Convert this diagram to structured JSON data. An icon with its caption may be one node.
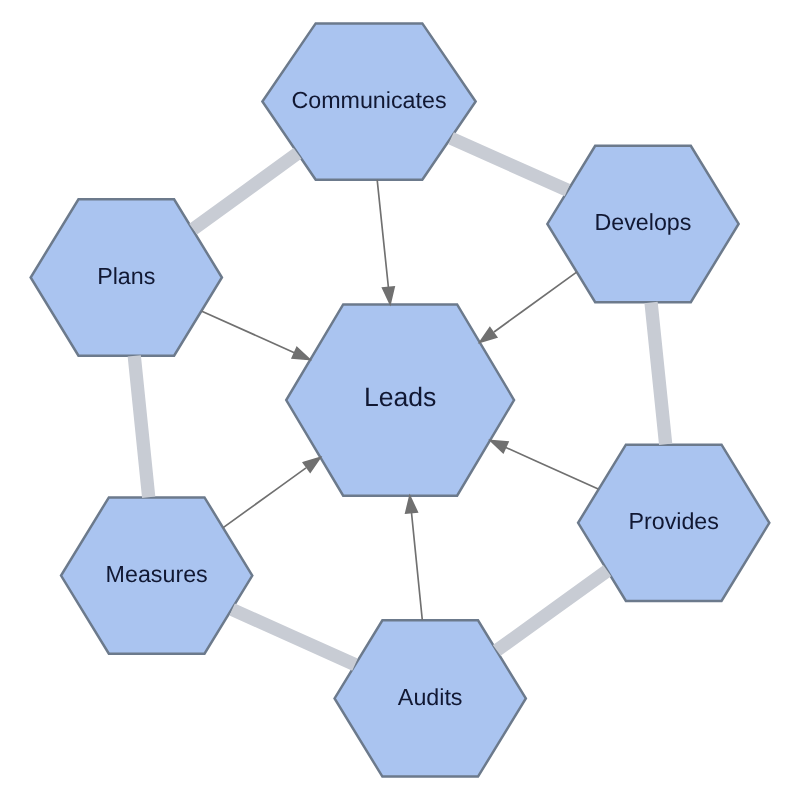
{
  "diagram": {
    "nodes": [
      {
        "text": [
          "Communicates"
        ]
      },
      {
        "text": [
          "Develops"
        ]
      },
      {
        "text": [
          "Plans"
        ]
      },
      {
        "text": [
          "Leads"
        ]
      },
      {
        "text": [
          "Provides"
        ]
      },
      {
        "text": [
          "Measures"
        ]
      },
      {
        "text": [
          "Audits"
        ]
      }
    ],
    "edges": [
      {
        "from": 0,
        "to": 3,
        "arrow": "to"
      },
      {
        "from": 1,
        "to": 3,
        "arrow": "to"
      },
      {
        "from": 2,
        "to": 3,
        "arrow": "to"
      },
      {
        "from": 4,
        "to": 3,
        "arrow": "to"
      },
      {
        "from": 5,
        "to": 3,
        "arrow": "to"
      },
      {
        "from": 6,
        "to": 3,
        "arrow": "to"
      },
      {
        "from": 0,
        "to": 2,
        "arrow": "none",
        "style": "thick",
        "color": "#c8ccd4"
      },
      {
        "from": 2,
        "to": 5,
        "arrow": "none",
        "style": "thick",
        "color": "#c8ccd4"
      },
      {
        "from": 5,
        "to": 6,
        "arrow": "none",
        "style": "thick",
        "color": "#c8ccd4"
      },
      {
        "from": 6,
        "to": 4,
        "arrow": "none",
        "style": "thick",
        "color": "#c8ccd4"
      },
      {
        "from": 4,
        "to": 1,
        "arrow": "none",
        "style": "thick",
        "color": "#c8ccd4"
      },
      {
        "from": 1,
        "to": 0,
        "arrow": "none",
        "style": "thick",
        "color": "#c8ccd4"
      }
    ]
  }
}
